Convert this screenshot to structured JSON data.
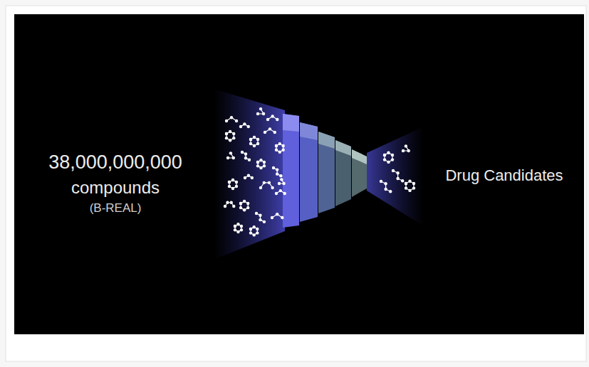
{
  "diagram": {
    "labels": [
      "38,000,000,000",
      "compounds",
      "(B-REAL)",
      "Drug Candidates"
    ]
  }
}
